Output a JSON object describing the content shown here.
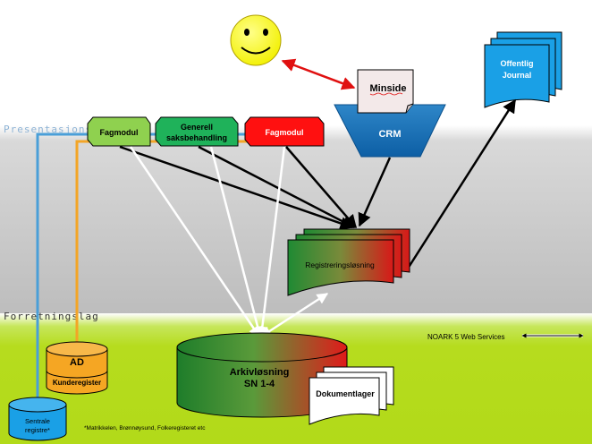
{
  "layers": {
    "presentation": "Presentasjonslag",
    "business": "Forretningslag"
  },
  "nodes": {
    "fagmodul_green": "Fagmodul",
    "generell_line1": "Generell",
    "generell_line2": "saksbehandling",
    "fagmodul_red": "Fagmodul",
    "minside": "Minside",
    "crm": "CRM",
    "offentlig_line1": "Offentlig",
    "offentlig_line2": "Journal",
    "registrering": "Registreringsløsning",
    "ad": "AD",
    "kunderegister": "Kunderegister",
    "arkiv_line1": "Arkivløsning",
    "arkiv_line2": "SN 1-4",
    "dokumentlager": "Dokumentlager",
    "sentrale_line1": "Sentrale",
    "sentrale_line2": "registre*"
  },
  "legend": {
    "noark": "NOARK 5 Web Services"
  },
  "footnote": "*Matrikkelen, Brønnøysund, Folkeregisteret etc",
  "colors": {
    "business_band": "#b5dd1d",
    "presentation_band": "#c8c8c8",
    "blue_line": "#4a9fd8",
    "orange_line": "#f3a526"
  }
}
